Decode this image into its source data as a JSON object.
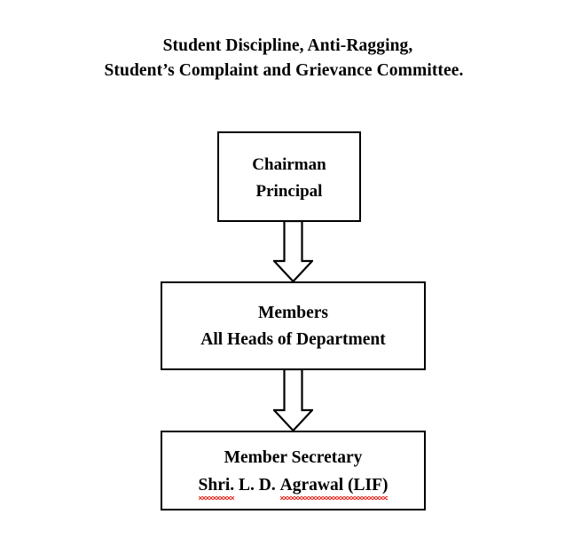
{
  "title": {
    "line1": "Student Discipline, Anti-Ragging,",
    "line2": "Student’s Complaint and Grievance Committee."
  },
  "colors": {
    "box_border": "#000000",
    "box_fill": "#ffffff",
    "text": "#000000",
    "spellcheck_underline": "#e8332a",
    "arrow_outline": "#000000",
    "arrow_fill": "#ffffff"
  },
  "nodes": [
    {
      "id": "chairman",
      "line1": "Chairman",
      "line2": "Principal"
    },
    {
      "id": "members",
      "line1": "Members",
      "line2": "All Heads of Department"
    },
    {
      "id": "secretary",
      "line1": "Member Secretary",
      "line2_part1": "Shri.",
      "line2_part2": " L. D. ",
      "line2_part3": "Agrawal (LIF)"
    }
  ],
  "connectors": [
    {
      "id": "arrow-1",
      "direction": "down",
      "from": "chairman",
      "to": "members"
    },
    {
      "id": "arrow-2",
      "direction": "down",
      "from": "members",
      "to": "secretary"
    }
  ]
}
